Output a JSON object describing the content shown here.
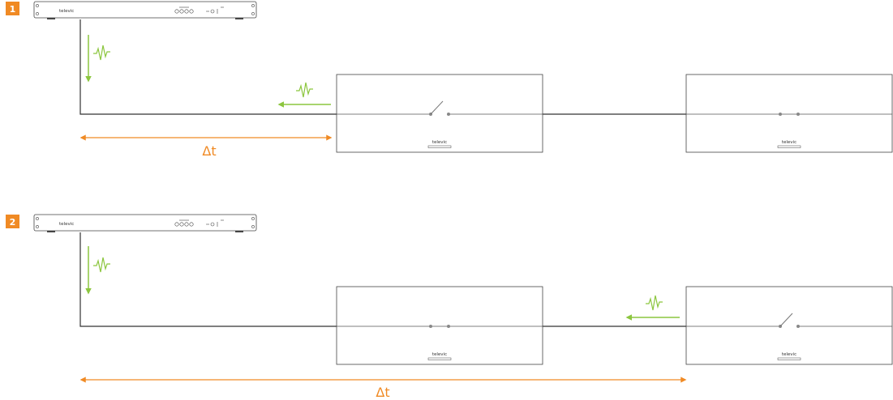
{
  "colors": {
    "accent": "#f08a24",
    "signal": "#8cc63f",
    "line": "#333333",
    "contact": "#888888"
  },
  "scenarios": [
    {
      "badge": "1",
      "unit_brand": "televic",
      "box1_brand": "televic",
      "box2_brand": "televic",
      "box1_switch": "open",
      "box2_switch": "closed",
      "delta_label": "Δt"
    },
    {
      "badge": "2",
      "unit_brand": "televic",
      "box1_brand": "televic",
      "box2_brand": "televic",
      "box1_switch": "closed",
      "box2_switch": "open",
      "delta_label": "Δt"
    }
  ],
  "icons": [
    "signal-wave-icon",
    "arrow-down-icon",
    "arrow-left-icon",
    "double-arrow-icon",
    "switch-icon"
  ]
}
